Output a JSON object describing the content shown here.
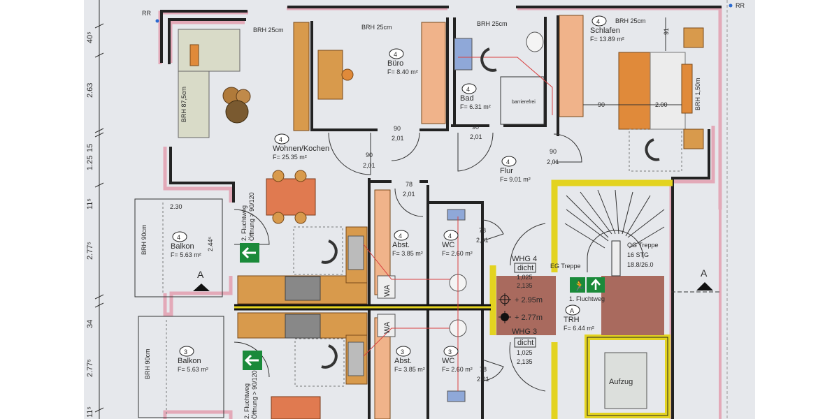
{
  "colors": {
    "paper": "#e6e8ec",
    "wall_fill": "#e3a9b8",
    "fire_wall": "#e3d320",
    "furniture": "#e08a3a",
    "stair_landing": "#a96a5e",
    "exit_sign": "#1a8a3a"
  },
  "rooms": [
    {
      "num": "4",
      "name": "Wohnen/Kochen",
      "area": "F= 25.35 m²"
    },
    {
      "num": "4",
      "name": "Büro",
      "area": "F= 8.40 m²"
    },
    {
      "num": "4",
      "name": "Bad",
      "area": "F= 6.31 m²"
    },
    {
      "num": "4",
      "name": "Schlafen",
      "area": "F= 13.89 m²"
    },
    {
      "num": "4",
      "name": "Flur",
      "area": "F= 9.01 m²"
    },
    {
      "num": "4",
      "name": "Balkon",
      "area": "F= 5.63 m²"
    },
    {
      "num": "4",
      "name": "Abst.",
      "area": "F= 3.85 m²"
    },
    {
      "num": "4",
      "name": "WC",
      "area": "F= 2.60 m²"
    },
    {
      "num": "3",
      "name": "Balkon",
      "area": "F= 5.63 m²"
    },
    {
      "num": "3",
      "name": "Abst.",
      "area": "F= 3.85 m²"
    },
    {
      "num": "3",
      "name": "WC",
      "area": "F= 2.60 m²"
    },
    {
      "num": "A",
      "name": "TRH",
      "area": "F= 6.44 m²"
    }
  ],
  "sill_labels": {
    "brh25": "BRH 25cm",
    "brh875": "BRH 87,5cm",
    "brh150": "BRH 1,50m",
    "brh90": "BRH 90cm"
  },
  "rr": "RR",
  "barrierefrei": "barrierefrei",
  "doors": {
    "w90": "90",
    "w78": "78",
    "h201": "2,01"
  },
  "apartment_doors": [
    {
      "label": "WHG 4",
      "seal": "dicht",
      "width": "1,025",
      "height": "2,135"
    },
    {
      "label": "WHG 3",
      "seal": "dicht",
      "width": "1,025",
      "height": "2,135"
    }
  ],
  "levels": {
    "upper": "+ 2.95m",
    "lower": "+ 2.77m"
  },
  "stair": {
    "escape": "1. Fluchtweg",
    "eg": "EG Treppe",
    "og": "OG Treppe",
    "steps": "16 STG",
    "ratio": "18.8/26.0"
  },
  "elevator": "Aufzug",
  "wa": "WA",
  "escape2": {
    "line1": "2. Fluchtweg",
    "line2": "Öffnung > 90/120"
  },
  "section_mark": "A",
  "dims_left": [
    "40⁵",
    "2.63",
    "15",
    "1.25",
    "11⁵",
    "2.77⁵",
    "34",
    "2.77⁵",
    "11⁵"
  ],
  "dims_inner": {
    "balcony_w": "2.30",
    "balcony_d": "2.44⁵",
    "bed_gap": "91",
    "bed_side": "90",
    "bed_len": "2.00"
  }
}
